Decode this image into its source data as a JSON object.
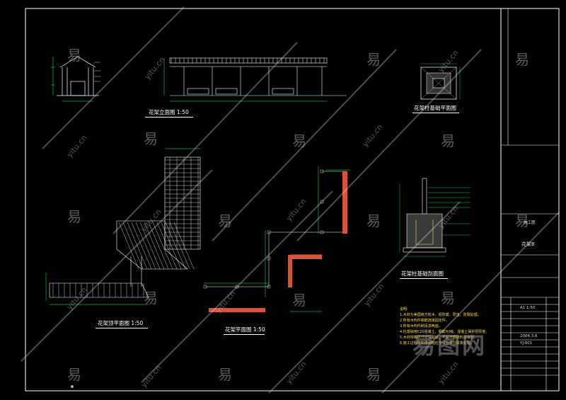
{
  "drawings": {
    "elevation_title": "花架立面图 1:50",
    "footing_plan_title": "花架柱基础平面图",
    "footing_section_title": "花架柱基础剖面图",
    "roof_plan_title": "花架顶平面图 1:50",
    "plan_title": "花架平面图 1:50"
  },
  "title_block": {
    "construction_label": "施工图",
    "drawing_name": "花架B",
    "scale": "A1 1:50",
    "date": "2004.3.6",
    "sheet_no": "YJ-001"
  },
  "notes": {
    "heading": "说明:",
    "items": [
      "1.木材为美国南方松木、经防腐、防虫、防裂处理。",
      "2.所有木构件钢筋连接固定件。",
      "3.所有木构件刷清漆两遍。",
      "4.柱基础用C20混凝土、钢筋为I级、混凝土保护层厚度。",
      "5.木材规格尺寸详见图纸、不另开据材料清单图。",
      "6.施工过程中如遇问题应与设计单位联系处理。"
    ]
  },
  "watermarks": {
    "glyph": "易",
    "site": "yitu.cn",
    "brand": "易图网"
  },
  "colors": {
    "background": "#000000",
    "line": "#ffffff",
    "dimension": "#00ff66",
    "hatch": "#d9533a",
    "annotation": "#ffde5a"
  }
}
